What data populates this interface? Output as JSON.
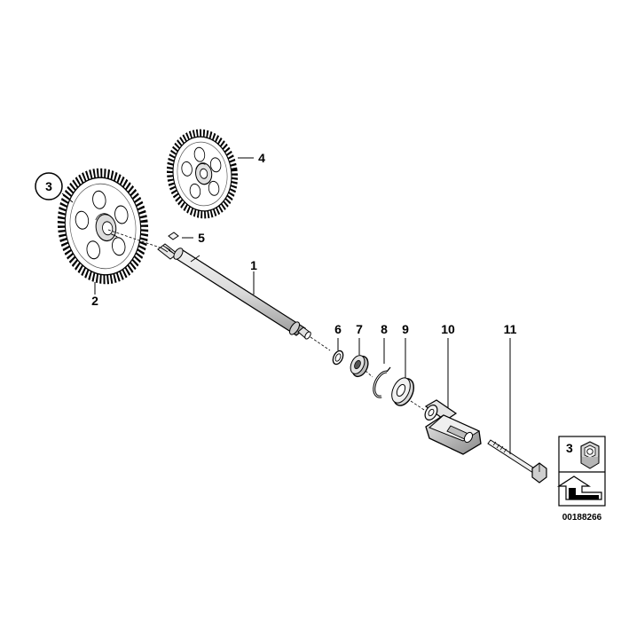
{
  "diagram": {
    "callouts": {
      "c1": "1",
      "c2": "2",
      "c3": "3",
      "c4": "4",
      "c5": "5",
      "c6": "6",
      "c7": "7",
      "c8": "8",
      "c9": "9",
      "c10": "10",
      "c11": "11"
    },
    "legend": {
      "number": "3",
      "code": "00188266"
    }
  }
}
